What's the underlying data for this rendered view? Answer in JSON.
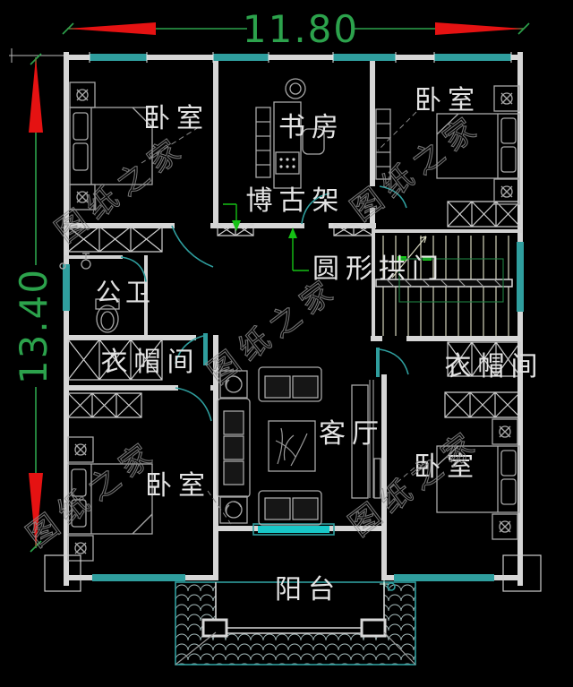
{
  "dimensions": {
    "width": "11.80",
    "height": "13.40"
  },
  "rooms": {
    "bedroom_top_left": "卧室",
    "study": "书房",
    "bedroom_top_right": "卧室",
    "curio_shelf": "博古架",
    "round_archway": "圆形拱门",
    "bathroom": "公卫",
    "cloakroom_left": "衣帽间",
    "cloakroom_right": "衣帽间",
    "living_room": "客厅",
    "bedroom_bottom_left": "卧室",
    "bedroom_bottom_right": "卧室",
    "balcony": "阳台"
  },
  "watermark": {
    "text": "图纸之家"
  },
  "colors": {
    "background": "#000000",
    "wall": "#d6d6d6",
    "window_teal": "#2f9e9e",
    "sliding_door_teal": "#17c8c8",
    "dimension_green": "#2ca24c",
    "arrow_red": "#e51212",
    "leader_green": "#15c115",
    "stair_cream": "#d4d4bc",
    "watermark_gray": "#8f8f8f"
  }
}
